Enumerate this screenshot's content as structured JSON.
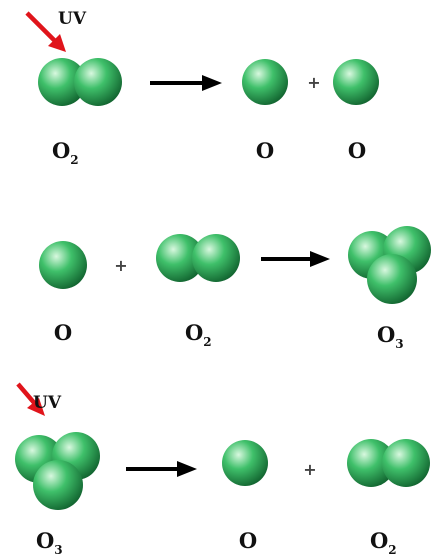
{
  "colors": {
    "atom_light": "#d8f8df",
    "atom_mid": "#3fc06a",
    "atom_dark": "#0f5e2c",
    "arrow": "#000000",
    "uv_arrow": "#e0141b",
    "text": "#111111"
  },
  "icons": {
    "atom": "green-sphere-icon",
    "reaction_arrow": "right-arrow-icon",
    "uv_arrow": "red-diagonal-arrow-icon"
  },
  "reactions": [
    {
      "uv_label": "UV",
      "reactant_main": "O",
      "reactant_sub": "2",
      "plus": "+",
      "product_1": "O",
      "product_2": "O"
    },
    {
      "reactant_1": "O",
      "plus": "+",
      "reactant_2_main": "O",
      "reactant_2_sub": "2",
      "product_main": "O",
      "product_sub": "3"
    },
    {
      "uv_label": "UV",
      "reactant_main": "O",
      "reactant_sub": "3",
      "product_1": "O",
      "plus": "+",
      "product_2_main": "O",
      "product_2_sub": "2"
    }
  ]
}
